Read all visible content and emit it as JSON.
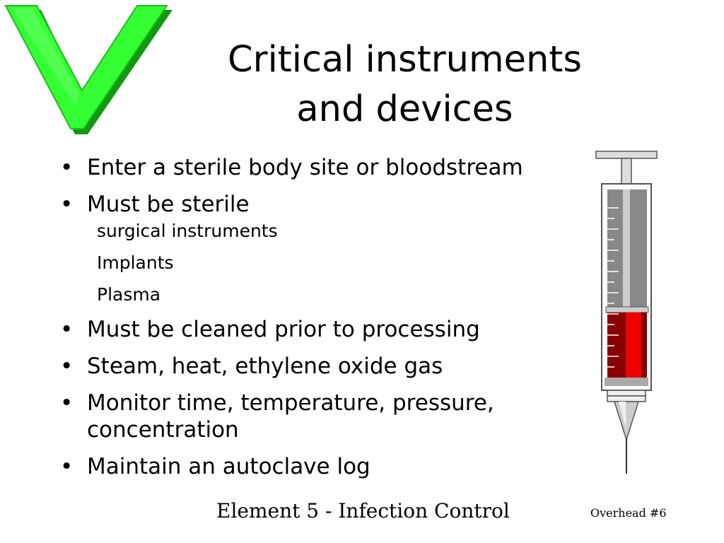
{
  "slide": {
    "title_line1": "Critical instruments",
    "title_line2": "and devices",
    "bullets": [
      {
        "text": "Enter a sterile body site or bloodstream"
      },
      {
        "text": "Must be sterile"
      },
      {
        "text": "Must be cleaned prior to processing"
      },
      {
        "text": "Steam, heat, ethylene oxide gas"
      },
      {
        "text": "Monitor time, temperature, pressure, concentration"
      },
      {
        "text": "Maintain an autoclave log"
      }
    ],
    "sub_bullets": [
      {
        "text": "surgical instruments"
      },
      {
        "text": "Implants"
      },
      {
        "text": "Plasma"
      }
    ],
    "bullet_glyph": "•",
    "footer_center": "Element 5 - Infection Control",
    "footer_right": "Overhead #6"
  },
  "graphics": {
    "checkmark_icon": "green-checkmark-icon",
    "syringe_icon": "syringe-icon"
  },
  "colors": {
    "check_green": "#33ff33",
    "check_dark": "#119911",
    "blood_red": "#ee0000",
    "blood_dark": "#880000",
    "barrel_gray": "#888888"
  }
}
